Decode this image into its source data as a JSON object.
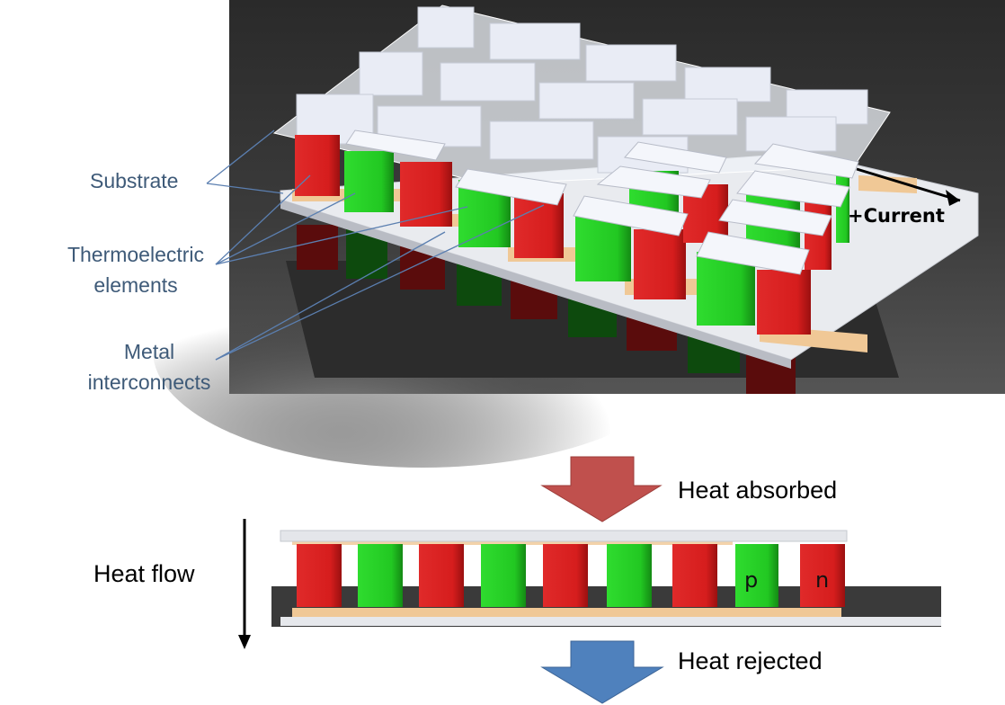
{
  "top_labels": {
    "substrate": "Substrate",
    "thermoelectric_line1": "Thermoelectric",
    "thermoelectric_line2": "elements",
    "metal_line1": "Metal",
    "metal_line2": "interconnects",
    "current": "+Current"
  },
  "bottom_labels": {
    "heat_absorbed": "Heat absorbed",
    "heat_rejected": "Heat rejected",
    "heat_flow": "Heat flow",
    "p_type": "p",
    "n_type": "n"
  },
  "colors": {
    "p_type": "#22cc22",
    "n_type": "#d41c1c",
    "interconnect": "#f0c896",
    "substrate": "#eef1f7",
    "label_text": "#3e5a78",
    "heat_absorbed_arrow": "#c0504d",
    "heat_rejected_arrow": "#4f81bd",
    "background_render": "#3a3a3a"
  }
}
